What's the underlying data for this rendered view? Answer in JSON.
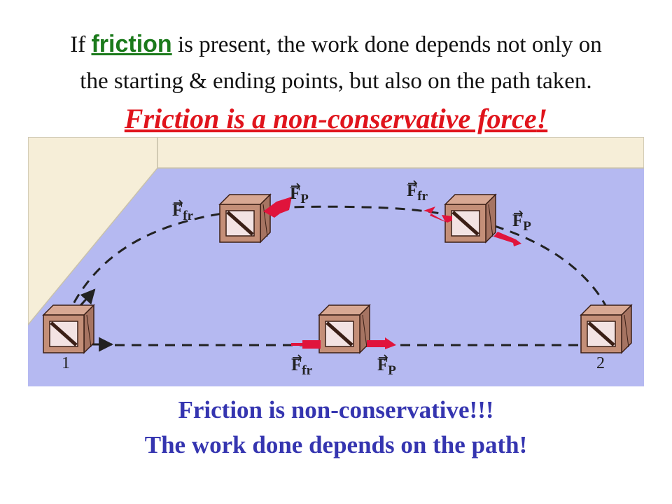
{
  "intro": {
    "prefix": "If",
    "keyword": "friction",
    "middle": "is present, the work done depends not only on",
    "line2": "the starting & ending points, but also on the path taken."
  },
  "headline": {
    "main": "Friction is a non-conservative force",
    "punct": "!"
  },
  "figure": {
    "point_start": "1",
    "point_end": "2",
    "force_main": "F",
    "sub_friction": "fr",
    "sub_push": "P",
    "colors": {
      "floor": "#b5b9f1",
      "wall": "#f6eed8",
      "force_arrow": "#e0143c",
      "path": "#222222",
      "crate": "#c48f78"
    }
  },
  "conclusion": {
    "line1": "Friction is non-conservative!!!",
    "line2": "The work done depends on the path!"
  }
}
